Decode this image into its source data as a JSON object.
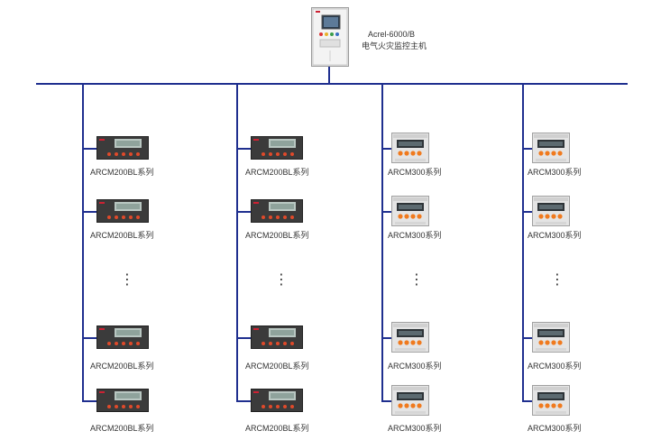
{
  "host": {
    "model": "Acrel-6000/B",
    "name": "电气火灾监控主机"
  },
  "columns": [
    {
      "device_type": "ARCM200BL",
      "labels": [
        "ARCM200BL系列",
        "ARCM200BL系列",
        "ARCM200BL系列",
        "ARCM200BL系列"
      ]
    },
    {
      "device_type": "ARCM200BL",
      "labels": [
        "ARCM200BL系列",
        "ARCM200BL系列",
        "ARCM200BL系列",
        "ARCM200BL系列"
      ]
    },
    {
      "device_type": "ARCM300",
      "labels": [
        "ARCM300系列",
        "ARCM300系列",
        "ARCM300系列",
        "ARCM300系列"
      ]
    },
    {
      "device_type": "ARCM300",
      "labels": [
        "ARCM300系列",
        "ARCM300系列",
        "ARCM300系列",
        "ARCM300系列"
      ]
    }
  ],
  "ellipsis": "⋮",
  "colors": {
    "bus": "#1f2f8f"
  }
}
